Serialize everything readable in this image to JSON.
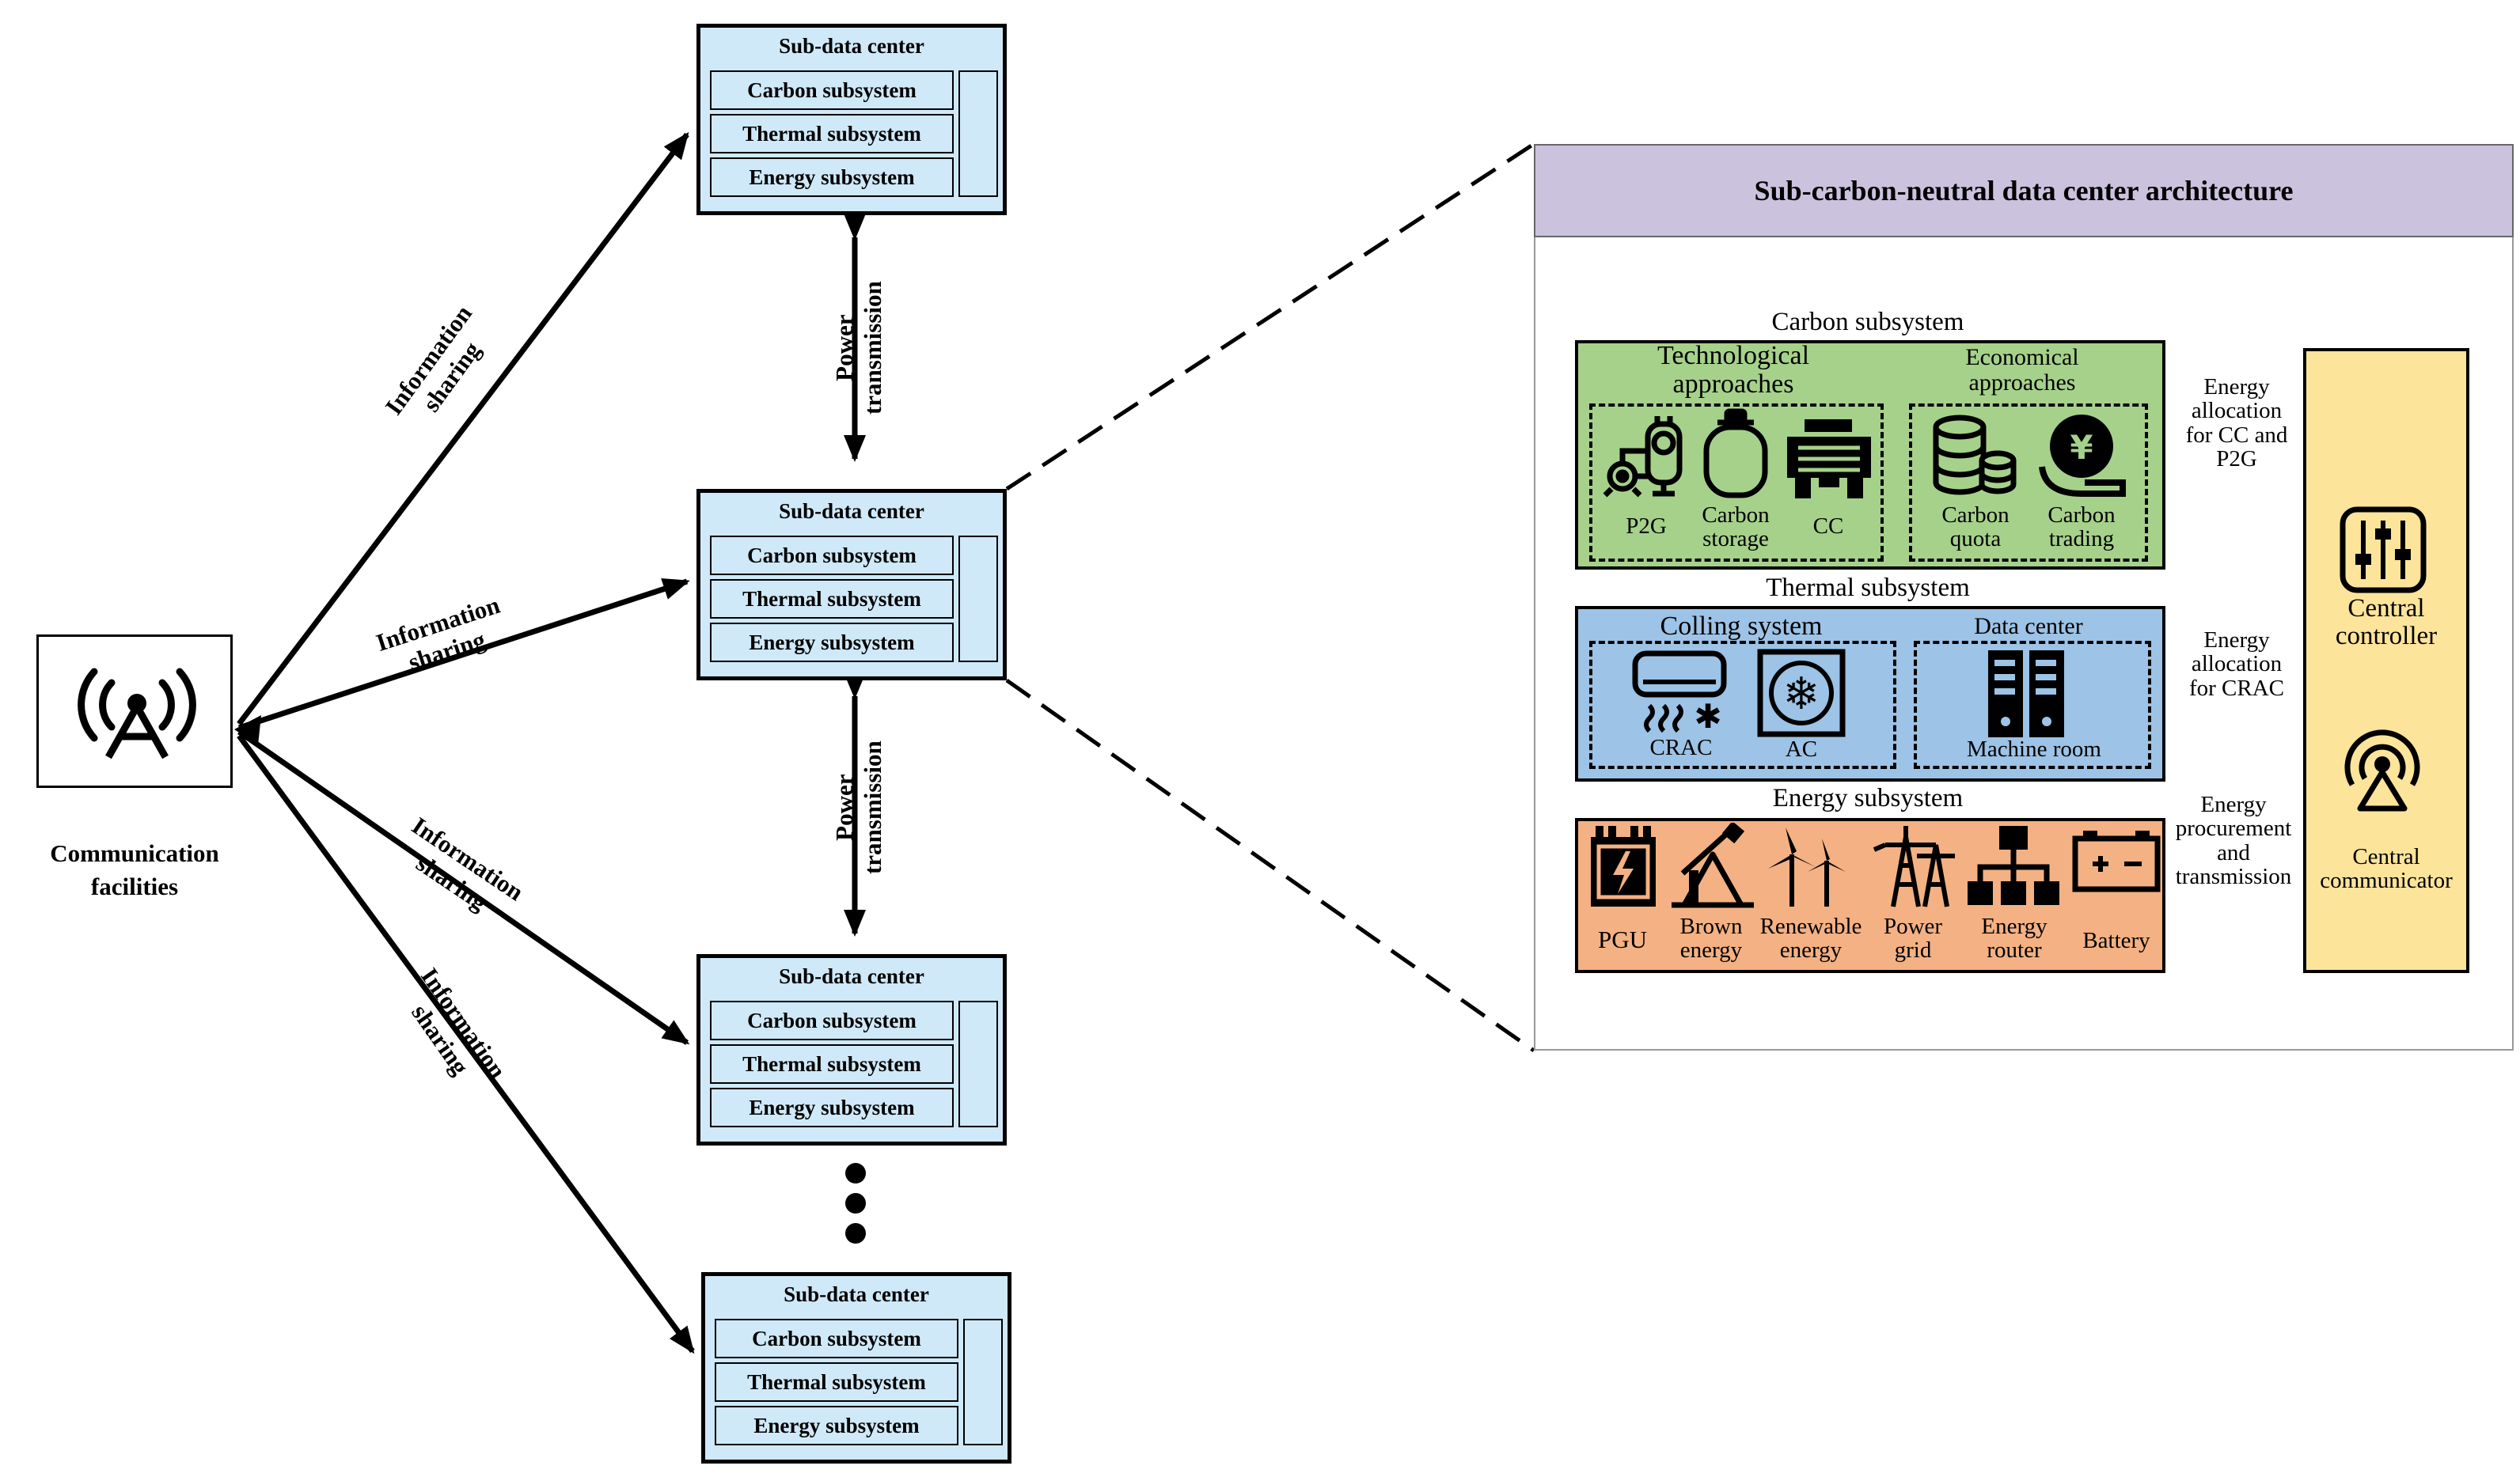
{
  "communication": {
    "label_line1": "Communication",
    "label_line2": "facilities",
    "icon": "radio-tower-icon"
  },
  "links": {
    "info_line1": "Information",
    "info_line2": "sharing",
    "power_line1": "Power",
    "power_line2": "transmission"
  },
  "sub_data_centers": [
    {
      "title": "Sub-data center",
      "rows": [
        "Carbon subsystem",
        "Thermal subsystem",
        "Energy subsystem"
      ]
    },
    {
      "title": "Sub-data center",
      "rows": [
        "Carbon subsystem",
        "Thermal subsystem",
        "Energy subsystem"
      ]
    },
    {
      "title": "Sub-data center",
      "rows": [
        "Carbon subsystem",
        "Thermal subsystem",
        "Energy subsystem"
      ]
    },
    {
      "title": "Sub-data center",
      "rows": [
        "Carbon subsystem",
        "Thermal subsystem",
        "Energy subsystem"
      ]
    }
  ],
  "architecture": {
    "title": "Sub-carbon-neutral data center architecture",
    "carbon": {
      "label": "Carbon subsystem",
      "color": "#a6d18b",
      "tech_line1": "Technological",
      "tech_line2": "approaches",
      "econ_line1": "Economical",
      "econ_line2": "approaches",
      "p2g": "P2G",
      "storage_line1": "Carbon",
      "storage_line2": "storage",
      "cc": "CC",
      "quota_line1": "Carbon",
      "quota_line2": "quota",
      "trading_line1": "Carbon",
      "trading_line2": "trading"
    },
    "thermal": {
      "label": "Thermal subsystem",
      "color": "#9dc3e6",
      "cooling": "Colling system",
      "datacenter": "Data center",
      "crac": "CRAC",
      "ac": "AC",
      "machine_room": "Machine room"
    },
    "energy": {
      "label": "Energy subsystem",
      "color": "#f4b183",
      "pgu": "PGU",
      "brown_line1": "Brown",
      "brown_line2": "energy",
      "renew_line1": "Renewable",
      "renew_line2": "energy",
      "grid_line1": "Power",
      "grid_line2": "grid",
      "router_line1": "Energy",
      "router_line2": "router",
      "battery": "Battery"
    },
    "controller": {
      "color": "#fce49b",
      "central_line1": "Central",
      "central_line2": "controller",
      "comm_line1": "Central",
      "comm_line2": "communicator"
    },
    "arrows": {
      "cc_line1": "Energy",
      "cc_line2": "allocation",
      "cc_line3": "for CC and",
      "cc_line4": "P2G",
      "crac_line1": "Energy",
      "crac_line2": "allocation",
      "crac_line3": "for CRAC",
      "proc_line1": "Energy",
      "proc_line2": "procurement",
      "proc_line3": "and",
      "proc_line4": "transmission"
    }
  }
}
